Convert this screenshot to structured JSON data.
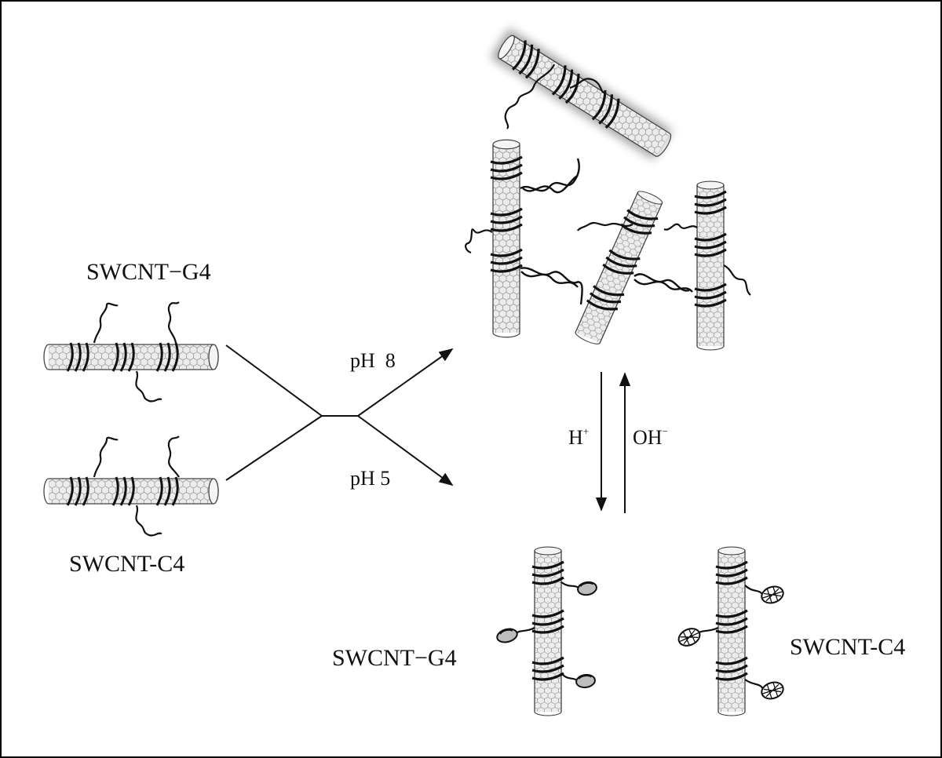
{
  "labels": {
    "top_left": "SWCNT−G4",
    "bottom_left": "SWCNT-C4",
    "ph_upper": "pH  8",
    "ph_lower": "pH 5",
    "acid": "H",
    "acid_sup": "+",
    "base": "OH",
    "base_sup": "−",
    "bottom_g4": "SWCNT−G4",
    "bottom_c4": "SWCNT-C4"
  },
  "colors": {
    "ink": "#111111",
    "tube_fill": "#ececec",
    "tube_mesh": "#9a9a9a",
    "frame": "#000000",
    "shadow": "#9a9a9a"
  }
}
